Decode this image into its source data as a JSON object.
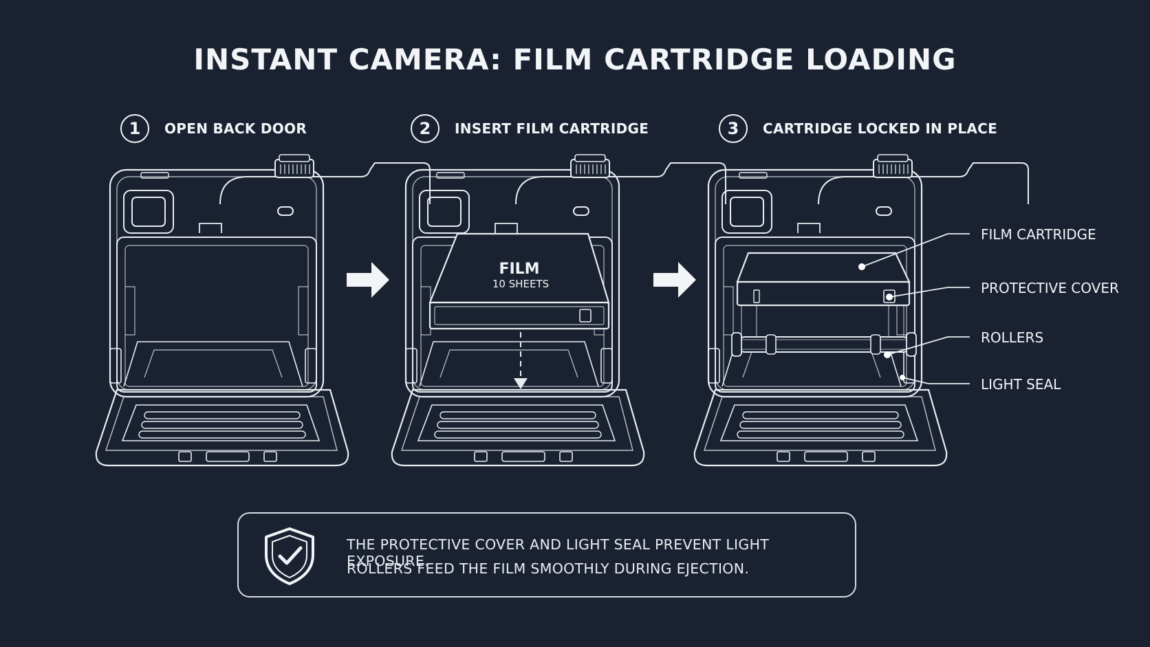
{
  "title": "INSTANT CAMERA: FILM CARTRIDGE LOADING",
  "steps": [
    {
      "number": "1",
      "label": "OPEN BACK DOOR"
    },
    {
      "number": "2",
      "label": "INSERT FILM CARTRIDGE"
    },
    {
      "number": "3",
      "label": "CARTRIDGE LOCKED IN PLACE"
    }
  ],
  "cartridge": {
    "label": "FILM",
    "sublabel": "10 SHEETS"
  },
  "callouts": [
    "FILM CARTRIDGE",
    "PROTECTIVE COVER",
    "ROLLERS",
    "LIGHT SEAL"
  ],
  "note": {
    "icon": "shield-check-icon",
    "lines": [
      "THE PROTECTIVE COVER AND LIGHT SEAL PREVENT LIGHT EXPOSURE.",
      "ROLLERS FEED THE FILM SMOOTHLY DURING EJECTION."
    ]
  },
  "colors": {
    "background": "#1a2231",
    "line": "#e9edf2",
    "arrow": "#f2f4f7"
  }
}
